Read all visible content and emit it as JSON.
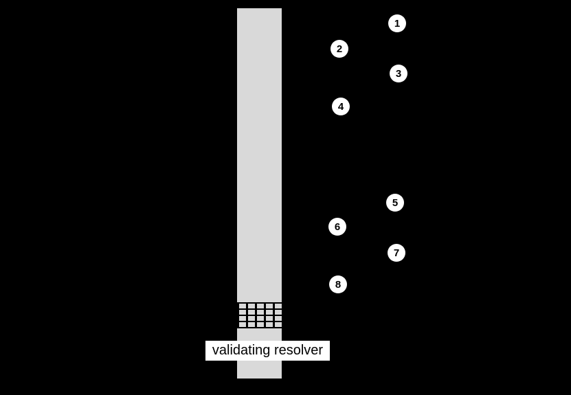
{
  "diagram": {
    "resolver_label": "validating resolver",
    "steps": [
      {
        "number": "1"
      },
      {
        "number": "2"
      },
      {
        "number": "3"
      },
      {
        "number": "4"
      },
      {
        "number": "5"
      },
      {
        "number": "6"
      },
      {
        "number": "7"
      },
      {
        "number": "8"
      }
    ],
    "colors": {
      "background": "#000000",
      "lifeline": "#d9d9d9",
      "step_circle_fill": "#ffffff",
      "step_number": "#000000",
      "label_background": "#ffffff",
      "label_text": "#000000"
    }
  }
}
